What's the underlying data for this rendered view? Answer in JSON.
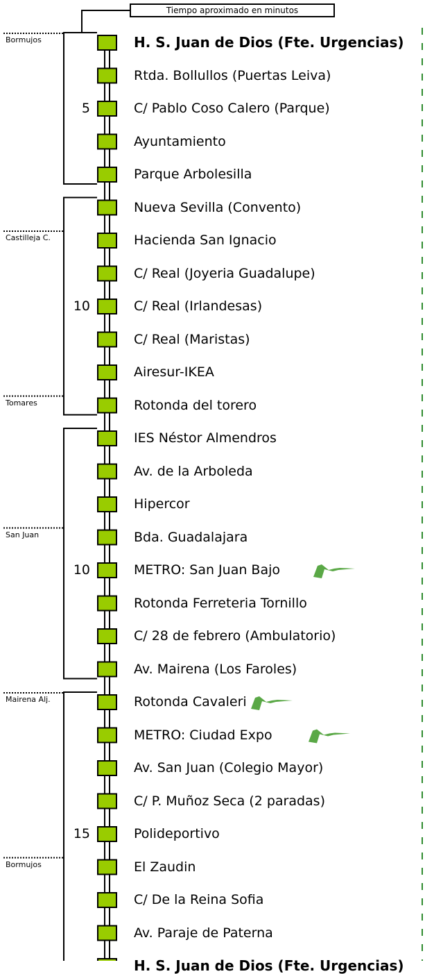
{
  "header": {
    "legend": "Tiempo aproximado en minutos"
  },
  "stops": [
    {
      "name": "H. S. Juan de Dios (Fte. Urgencias)",
      "terminal": true,
      "metro": false
    },
    {
      "name": "Rtda. Bollullos (Puertas Leiva)",
      "terminal": false,
      "metro": false
    },
    {
      "name": "C/ Pablo Coso Calero (Parque)",
      "terminal": false,
      "metro": false
    },
    {
      "name": "Ayuntamiento",
      "terminal": false,
      "metro": false
    },
    {
      "name": "Parque Arbolesilla",
      "terminal": false,
      "metro": false
    },
    {
      "name": "Nueva Sevilla (Convento)",
      "terminal": false,
      "metro": false
    },
    {
      "name": "Hacienda San Ignacio",
      "terminal": false,
      "metro": false
    },
    {
      "name": "C/ Real (Joyeria Guadalupe)",
      "terminal": false,
      "metro": false
    },
    {
      "name": "C/ Real (Irlandesas)",
      "terminal": false,
      "metro": false
    },
    {
      "name": "C/ Real (Maristas)",
      "terminal": false,
      "metro": false
    },
    {
      "name": "Airesur-IKEA",
      "terminal": false,
      "metro": false
    },
    {
      "name": "Rotonda del torero",
      "terminal": false,
      "metro": false
    },
    {
      "name": "IES Néstor Almendros",
      "terminal": false,
      "metro": false
    },
    {
      "name": "Av. de la Arboleda",
      "terminal": false,
      "metro": false
    },
    {
      "name": "Hipercor",
      "terminal": false,
      "metro": false
    },
    {
      "name": "Bda. Guadalajara",
      "terminal": false,
      "metro": false
    },
    {
      "name": "METRO: San Juan Bajo",
      "terminal": false,
      "metro": true
    },
    {
      "name": "Rotonda Ferreteria Tornillo",
      "terminal": false,
      "metro": false
    },
    {
      "name": "C/ 28 de febrero (Ambulatorio)",
      "terminal": false,
      "metro": false
    },
    {
      "name": "Av. Mairena (Los Faroles)",
      "terminal": false,
      "metro": false
    },
    {
      "name": "Rotonda Cavaleri",
      "terminal": false,
      "metro": true
    },
    {
      "name": "METRO: Ciudad Expo",
      "terminal": false,
      "metro": true
    },
    {
      "name": "Av. San Juan (Colegio Mayor)",
      "terminal": false,
      "metro": false
    },
    {
      "name": "C/ P. Muñoz Seca (2 paradas)",
      "terminal": false,
      "metro": false
    },
    {
      "name": "Polideportivo",
      "terminal": false,
      "metro": false
    },
    {
      "name": "El Zaudin",
      "terminal": false,
      "metro": false
    },
    {
      "name": "C/ De la Reina Sofia",
      "terminal": false,
      "metro": false
    },
    {
      "name": "Av. Paraje de Paterna",
      "terminal": false,
      "metro": false
    },
    {
      "name": "H. S. Juan de Dios (Fte. Urgencias)",
      "terminal": true,
      "metro": false
    }
  ],
  "towns": [
    {
      "name": "Bormujos",
      "stop_index": 0
    },
    {
      "name": "Castilleja C.",
      "stop_index": 6
    },
    {
      "name": "Tomares",
      "stop_index": 11
    },
    {
      "name": "San Juan",
      "stop_index": 15
    },
    {
      "name": "Mairena Alj.",
      "stop_index": 20
    },
    {
      "name": "Bormujos",
      "stop_index": 25
    }
  ],
  "segments": [
    {
      "minutes": "5",
      "from_stop": 0,
      "to_stop": 4,
      "label_stop": 2
    },
    {
      "minutes": "10",
      "from_stop": 5,
      "to_stop": 11,
      "label_stop": 8
    },
    {
      "minutes": "10",
      "from_stop": 12,
      "to_stop": 19,
      "label_stop": 16
    },
    {
      "minutes": "15",
      "from_stop": 20,
      "to_stop": 28,
      "label_stop": 24
    }
  ],
  "colors": {
    "stop_fill": "#99cc00",
    "line": "#000000",
    "metro_logo": "#5aa846",
    "right_border": "#2e8b2e"
  }
}
